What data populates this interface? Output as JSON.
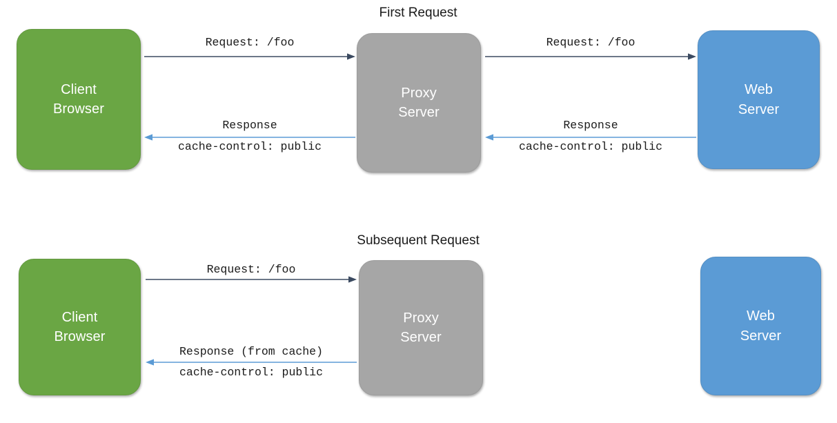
{
  "diagram": {
    "title_first": "First Request",
    "title_subsequent": "Subsequent Request",
    "colors": {
      "client": "#6aa644",
      "proxy": "#a6a6a6",
      "web": "#5b9bd5",
      "request_arrow": "#3b4a60",
      "response_arrow": "#5b9bd5",
      "text": "#1a1a1a",
      "background": "#ffffff"
    }
  },
  "nodes": {
    "client": {
      "line1": "Client",
      "line2": "Browser"
    },
    "proxy": {
      "line1": "Proxy",
      "line2": "Server"
    },
    "web": {
      "line1": "Web",
      "line2": "Server"
    }
  },
  "first_request": {
    "client_to_proxy_request": "Request: /foo",
    "proxy_to_web_request": "Request: /foo",
    "web_to_proxy_response_top": "Response",
    "web_to_proxy_response_bottom": "cache-control: public",
    "proxy_to_client_response_top": "Response",
    "proxy_to_client_response_bottom": "cache-control: public"
  },
  "subsequent_request": {
    "client_to_proxy_request": "Request: /foo",
    "proxy_to_client_response_top": "Response (from cache)",
    "proxy_to_client_response_bottom": "cache-control: public"
  }
}
